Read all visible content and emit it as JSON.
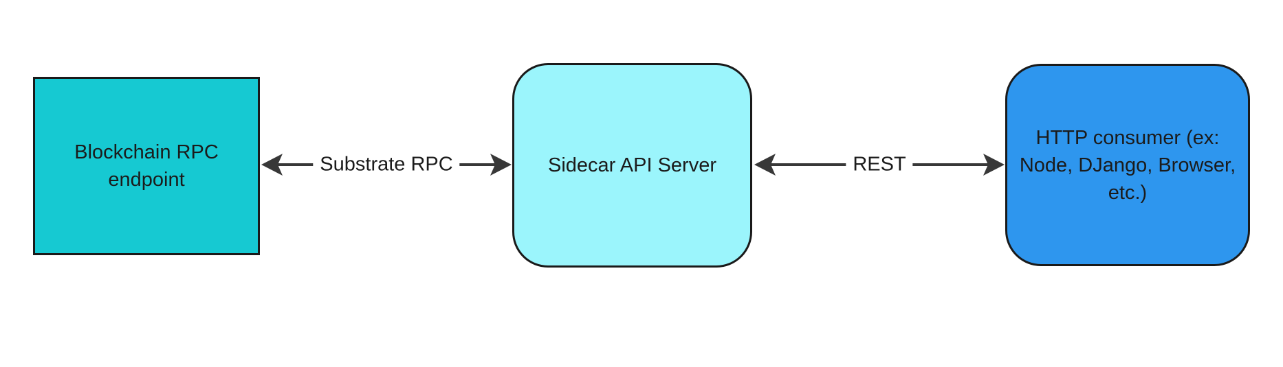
{
  "diagram": {
    "background_color": "#ffffff",
    "text_color": "#1b1b1b",
    "edge_color": "#383838",
    "node_border_color": "#1a1a1a",
    "nodes": [
      {
        "id": "blockchain-rpc-endpoint",
        "label": "Blockchain RPC endpoint",
        "lines": [
          "Blockchain RPC",
          "endpoint"
        ],
        "shape": "rectangle",
        "fill_color": "#16c9d2"
      },
      {
        "id": "sidecar-api-server",
        "label": "Sidecar API Server",
        "lines": [
          "Sidecar API Server"
        ],
        "shape": "rounded-rectangle",
        "fill_color": "#9bf5fc"
      },
      {
        "id": "http-consumer",
        "label": "HTTP consumer (ex: Node, DJango, Browser, etc.)",
        "lines": [
          "HTTP consumer (ex:",
          "Node, DJango, Browser,",
          "etc.)"
        ],
        "shape": "rounded-rectangle",
        "fill_color": "#2e96ee"
      }
    ],
    "edges": [
      {
        "from": "blockchain-rpc-endpoint",
        "to": "sidecar-api-server",
        "label": "Substrate RPC",
        "direction": "bidirectional"
      },
      {
        "from": "sidecar-api-server",
        "to": "http-consumer",
        "label": "REST",
        "direction": "bidirectional"
      }
    ]
  }
}
